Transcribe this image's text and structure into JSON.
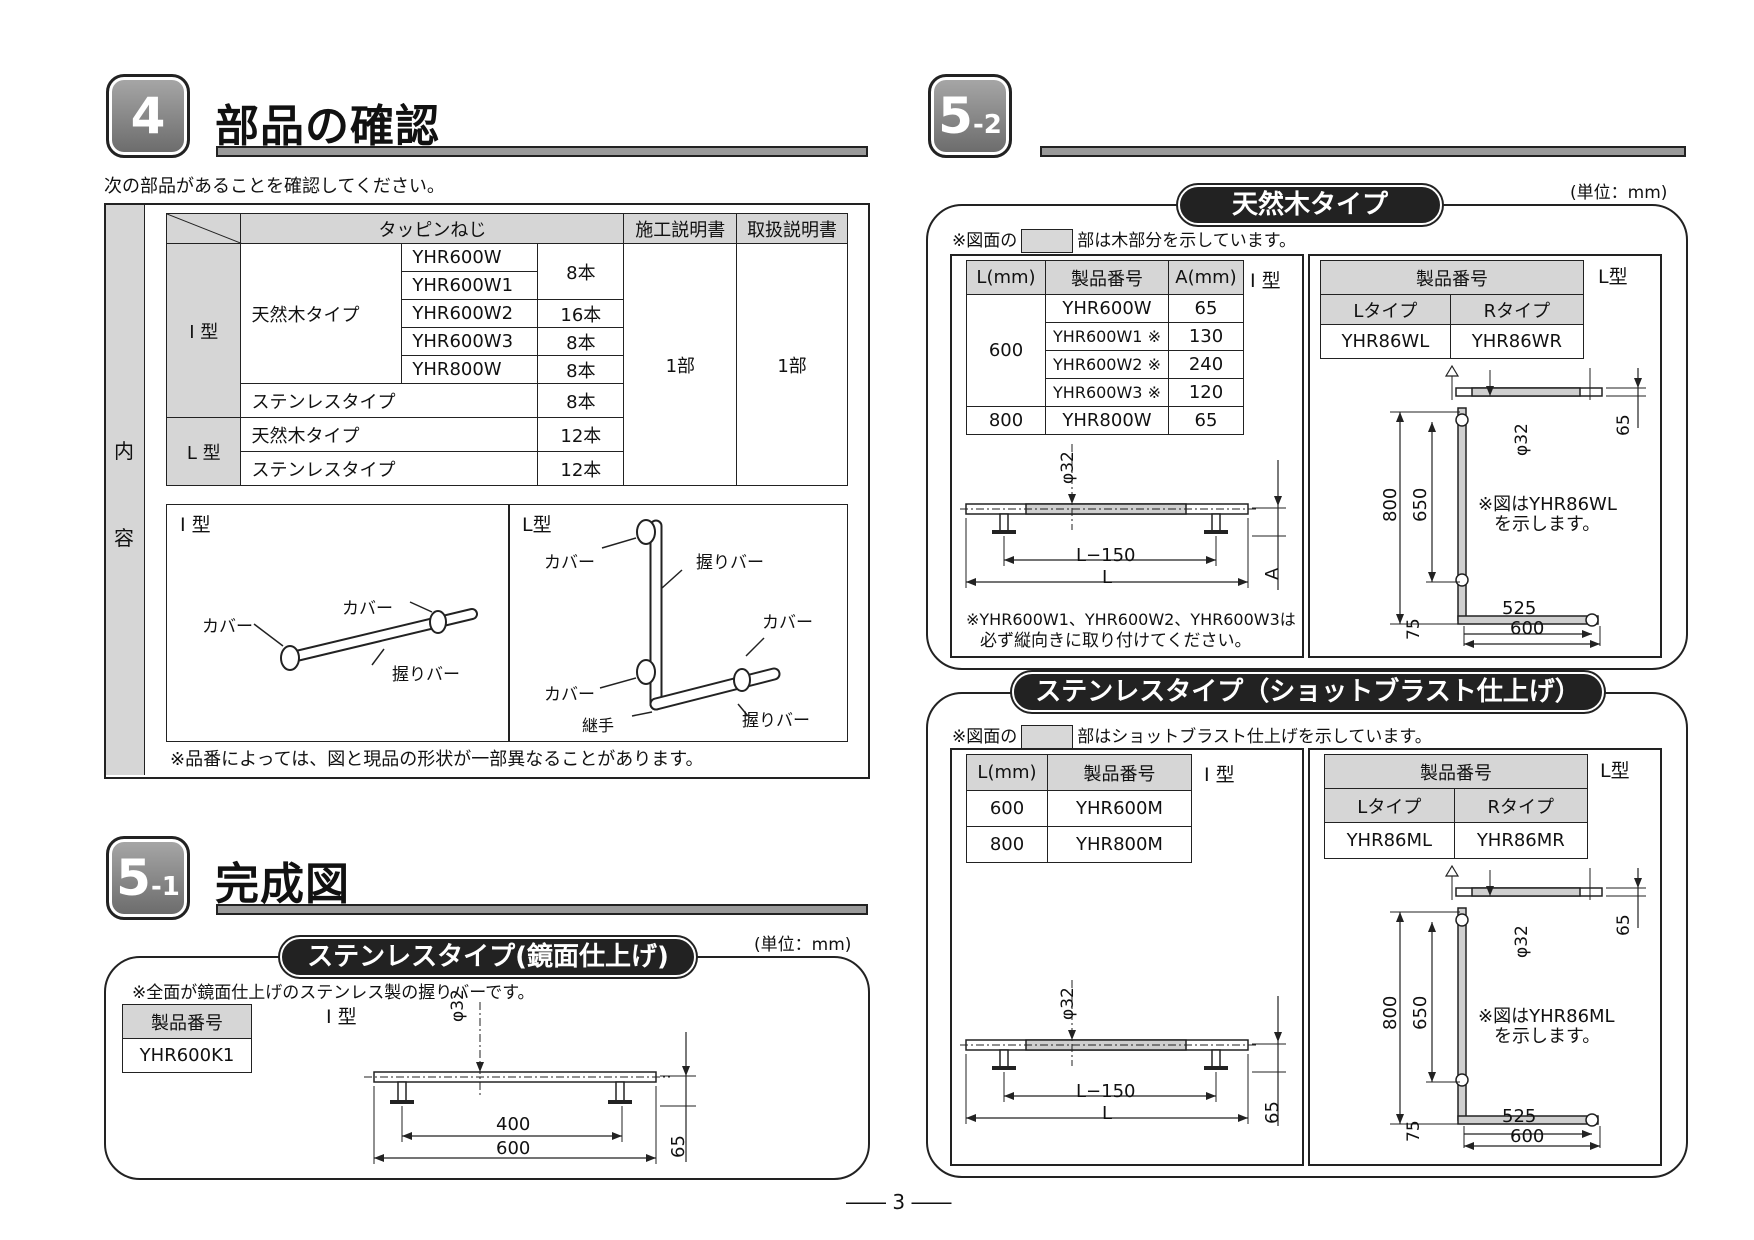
{
  "sec4": {
    "num": "4",
    "title": "部品の確認",
    "intro": "次の部品があることを確認してください。",
    "side_label": [
      "内",
      "容"
    ],
    "header": {
      "screws": "タッピンねじ",
      "install_manual": "施工説明書",
      "user_manual": "取扱説明書"
    },
    "i_type": "I 型",
    "l_type": "L 型",
    "natural_wood": "天然木タイプ",
    "stainless": "ステンレスタイプ",
    "i_wood_rows": [
      {
        "model": "YHR600W",
        "qty": "8本"
      },
      {
        "model": "YHR600W1",
        "qty": ""
      },
      {
        "model": "YHR600W2",
        "qty": "16本"
      },
      {
        "model": "YHR600W3",
        "qty": "8本"
      },
      {
        "model": "YHR800W",
        "qty": "8本"
      }
    ],
    "i_stainless_qty": "8本",
    "l_wood_qty": "12本",
    "l_stainless_qty": "12本",
    "manual_qty": "1部",
    "diagram": {
      "i_label": "I 型",
      "l_label": "L型",
      "cover": "カバー",
      "grip_bar": "握りバー",
      "joint": "継手"
    },
    "note": "※品番によっては、図と現品の形状が一部異なることがあります。"
  },
  "sec51": {
    "num": "5",
    "sub": "-1",
    "title": "完成図",
    "pill": "ステンレスタイプ(鏡面仕上げ)",
    "unit": "(単位：mm)",
    "note": "※全面が鏡面仕上げのステンレス製の握りバーです。",
    "model_header": "製品番号",
    "model": "YHR600K1",
    "type_label": "I 型",
    "dims": {
      "dia": "φ32",
      "inner": "400",
      "outer": "600",
      "height": "65"
    }
  },
  "sec52": {
    "num": "5",
    "sub": "-2",
    "unit": "(単位：mm)",
    "wood": {
      "pill": "天然木タイプ",
      "note_pre": "※図面の",
      "note_post": "部は木部分を示しています。",
      "i_table": {
        "headers": [
          "L(mm)",
          "製品番号",
          "A(mm)"
        ],
        "rows": [
          {
            "l": "600",
            "model": "YHR600W",
            "a": "65"
          },
          {
            "l": "",
            "model": "YHR600W1 ※",
            "a": "130"
          },
          {
            "l": "",
            "model": "YHR600W2 ※",
            "a": "240"
          },
          {
            "l": "",
            "model": "YHR600W3 ※",
            "a": "120"
          },
          {
            "l": "800",
            "model": "YHR800W",
            "a": "65"
          }
        ]
      },
      "i_label": "I 型",
      "l_label": "L型",
      "l_table": {
        "header": "製品番号",
        "ltype": "Lタイプ",
        "rtype": "Rタイプ",
        "lmodel": "YHR86WL",
        "rmodel": "YHR86WR"
      },
      "i_dims": {
        "dia": "φ32",
        "inner": "L−150",
        "outer": "L",
        "height": "A"
      },
      "i_footnote": [
        "※YHR600W1、YHR600W2、YHR600W3は",
        "必ず縦向きに取り付けてください。"
      ],
      "l_dims": {
        "dia": "φ32",
        "h1": "800",
        "h2": "650",
        "h3": "75",
        "w1": "525",
        "w2": "600",
        "t": "65"
      },
      "l_caption": [
        "※図はYHR86WL",
        "を示します。"
      ]
    },
    "stainless": {
      "pill": "ステンレスタイプ（ショットブラスト仕上げ）",
      "note_pre": "※図面の",
      "note_post": "部はショットブラスト仕上げを示しています。",
      "i_table": {
        "headers": [
          "L(mm)",
          "製品番号"
        ],
        "rows": [
          {
            "l": "600",
            "model": "YHR600M"
          },
          {
            "l": "800",
            "model": "YHR800M"
          }
        ]
      },
      "i_label": "I 型",
      "l_label": "L型",
      "l_table": {
        "header": "製品番号",
        "ltype": "Lタイプ",
        "rtype": "Rタイプ",
        "lmodel": "YHR86ML",
        "rmodel": "YHR86MR"
      },
      "i_dims": {
        "dia": "φ32",
        "inner": "L−150",
        "outer": "L",
        "height": "65"
      },
      "l_dims": {
        "dia": "φ32",
        "h1": "800",
        "h2": "650",
        "h3": "75",
        "w1": "525",
        "w2": "600",
        "t": "65"
      },
      "l_caption": [
        "※図はYHR86ML",
        "を示します。"
      ]
    }
  },
  "page_number": "3"
}
